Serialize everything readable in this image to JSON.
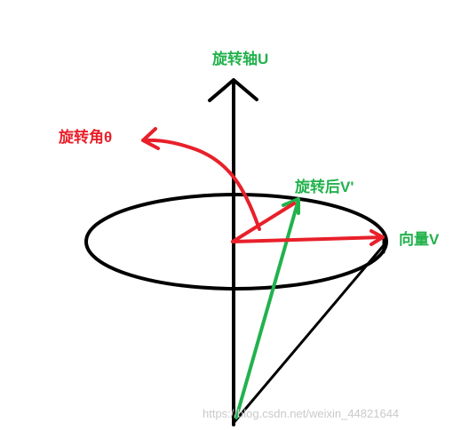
{
  "labels": {
    "rotation_axis": "旋转轴U",
    "rotation_angle": "旋转角θ",
    "rotated_vector": "旋转后V'",
    "vector": "向量V"
  },
  "watermark": "https://blog.csdn.net/weixin_44821644",
  "colors": {
    "black": "#000000",
    "red": "#e8202a",
    "green": "#22b24c",
    "watermark": "#c9c9c9"
  }
}
